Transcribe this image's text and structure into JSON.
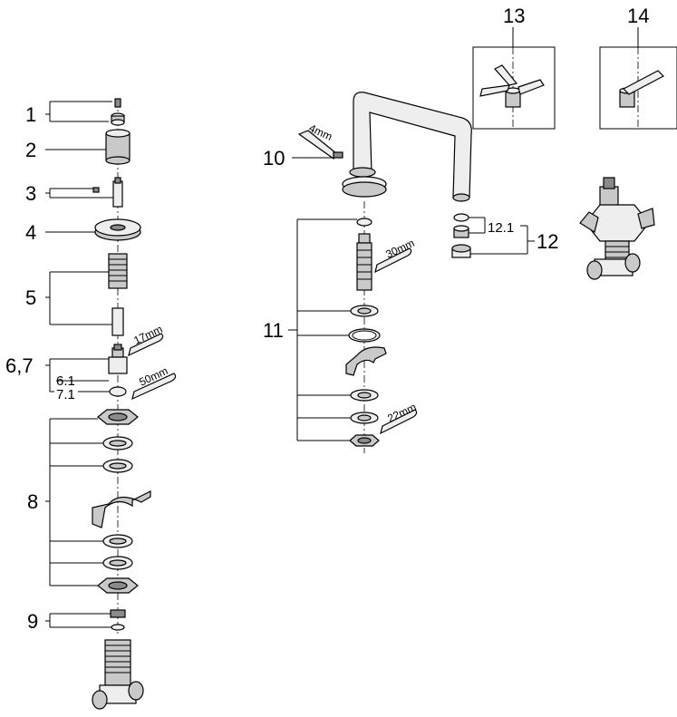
{
  "labels": {
    "p1": "1",
    "p2": "2",
    "p3": "3",
    "p4": "4",
    "p5": "5",
    "p67": "6,7",
    "p61": "6.1",
    "p71": "7.1",
    "p8": "8",
    "p9": "9",
    "p10": "10",
    "p11": "11",
    "p12": "12",
    "p121": "12.1",
    "p13": "13",
    "p14": "14"
  },
  "tool_sizes": {
    "t17": "17mm",
    "t50": "50mm",
    "t4": "4mm",
    "t30": "30mm",
    "t22": "22mm"
  }
}
